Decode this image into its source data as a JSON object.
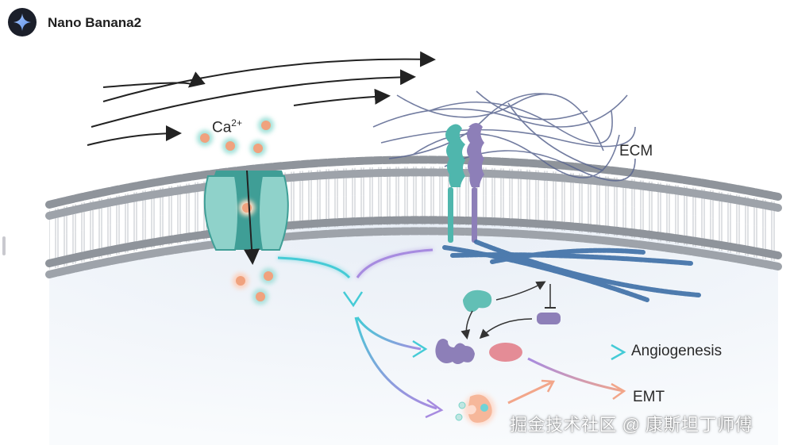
{
  "app": {
    "title": "Nano Banana2",
    "logo_icon": "sparkle-star-icon"
  },
  "figure": {
    "labels": {
      "ion": "Ca",
      "ion_charge": "2+",
      "matrix": "ECM",
      "outcome_1": "Angiogenesis",
      "outcome_2": "EMT"
    },
    "colors": {
      "membrane_head": "#8f949b",
      "channel_teal": "#4fb6ad",
      "receptor_purple": "#8d7fb8",
      "fiber_blue": "#3d6fa6",
      "ecm_fiber": "#5a6690",
      "arrow_cyan": "#45cbd6",
      "arrow_purple": "#a78be0",
      "arrow_orange": "#f2a68a",
      "ion_orange": "#f0a27e",
      "pink_molecule": "#e48c96"
    }
  },
  "watermark": {
    "text": "掘金技术社区 @ 康斯坦丁师傅"
  }
}
